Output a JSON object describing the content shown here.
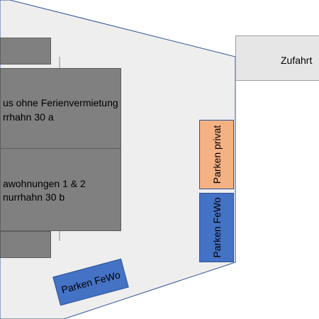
{
  "colors": {
    "ground": "#eeeeee",
    "ground_border": "#2f5597",
    "building": "#808080",
    "building_border": "#5e5e5e",
    "road": "#e6e6e6",
    "road_border": "#9e9e9e",
    "parking_private": "#f4b183",
    "parking_private_border": "#2f5597",
    "parking_fewo": "#4472c4",
    "parking_fewo_border": "#2f5597"
  },
  "labels": {
    "zufahrt": "Zufahrt",
    "haus_a_line1": "us ohne Ferienvermietung",
    "haus_a_line2": "rrhahn 30 a",
    "haus_b_line1": "awohnungen 1 & 2",
    "haus_b_line2": "nurrhahn 30 b",
    "parken_privat": "Parken privat",
    "parken_fewo_vertical": "Parken FeWo",
    "parken_fewo_bottom": "Parken FeWo"
  }
}
